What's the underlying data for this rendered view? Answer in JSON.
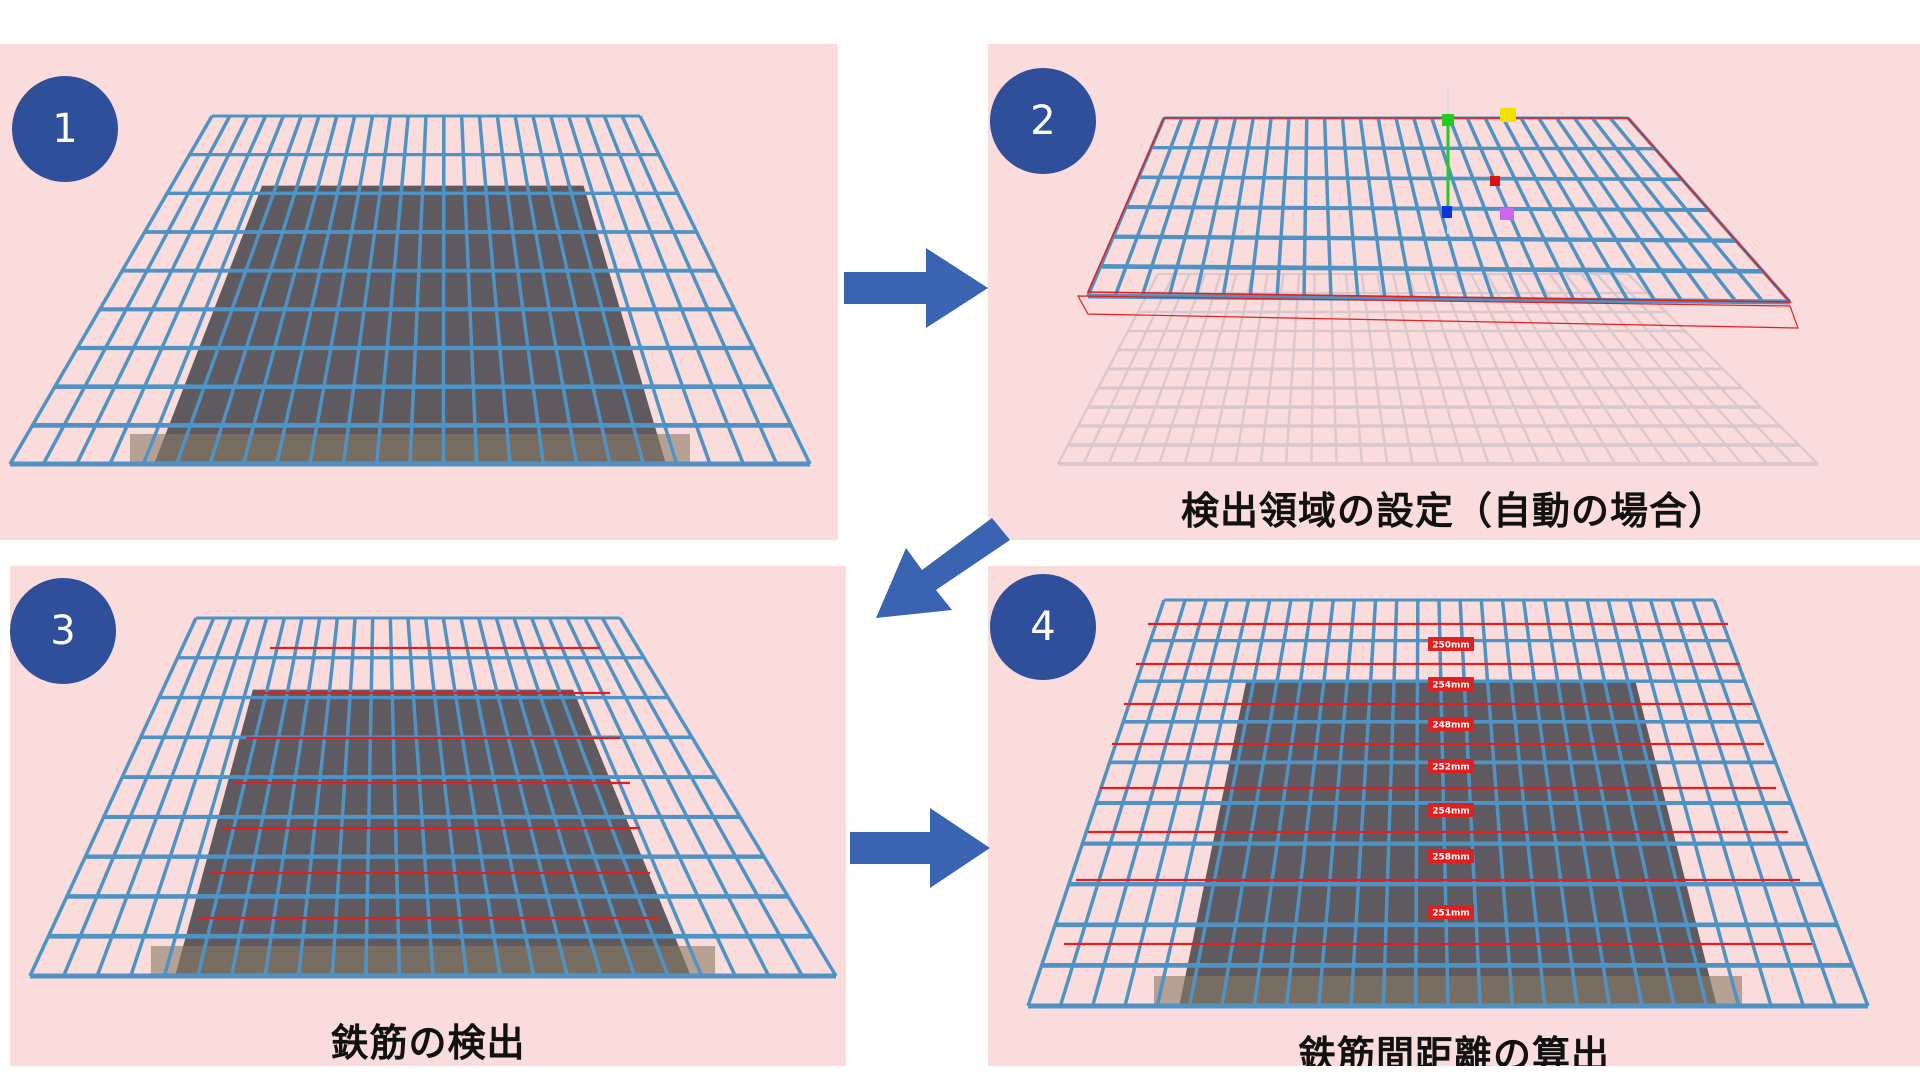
{
  "steps": [
    {
      "number": "1",
      "caption": ""
    },
    {
      "number": "2",
      "caption": "検出領域の設定（自動の場合）"
    },
    {
      "number": "3",
      "caption": "鉄筋の検出"
    },
    {
      "number": "4",
      "caption": "鉄筋間距離の算出"
    }
  ],
  "measurements": [
    "250mm",
    "254mm",
    "248mm",
    "252mm",
    "254mm",
    "258mm",
    "251mm"
  ],
  "colors": {
    "panel_bg": "#fbdcdc",
    "badge": "#2f4f9a",
    "arrow": "#3a64b2",
    "rebar": "#4f93c4",
    "detected_line": "#e02020"
  }
}
